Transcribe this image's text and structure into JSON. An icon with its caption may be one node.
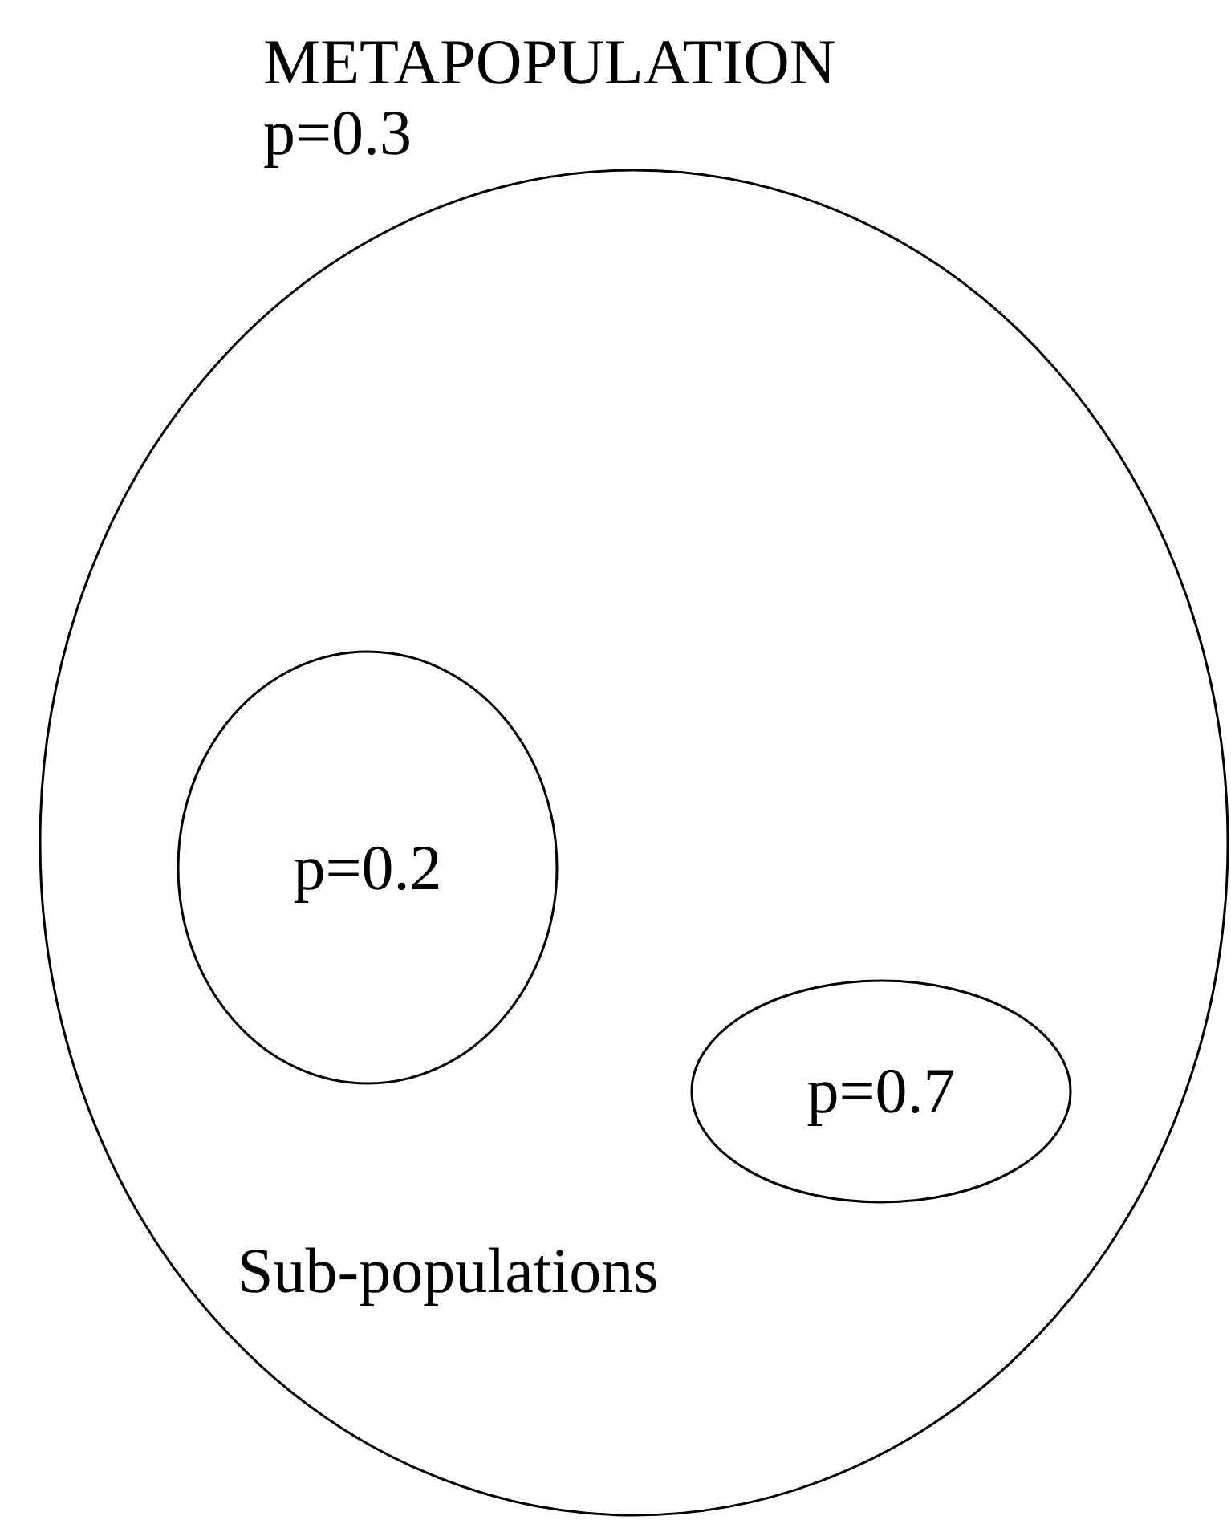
{
  "diagram": {
    "nodes": [
      {
        "text": [
          "METAPOPULATION",
          "p=0.3"
        ]
      },
      {
        "text": [
          "p=0.2"
        ],
        "in": 0
      },
      {
        "text": [
          "p=0.7"
        ],
        "in": 0
      }
    ],
    "labels": [
      "Sub-populations"
    ]
  }
}
